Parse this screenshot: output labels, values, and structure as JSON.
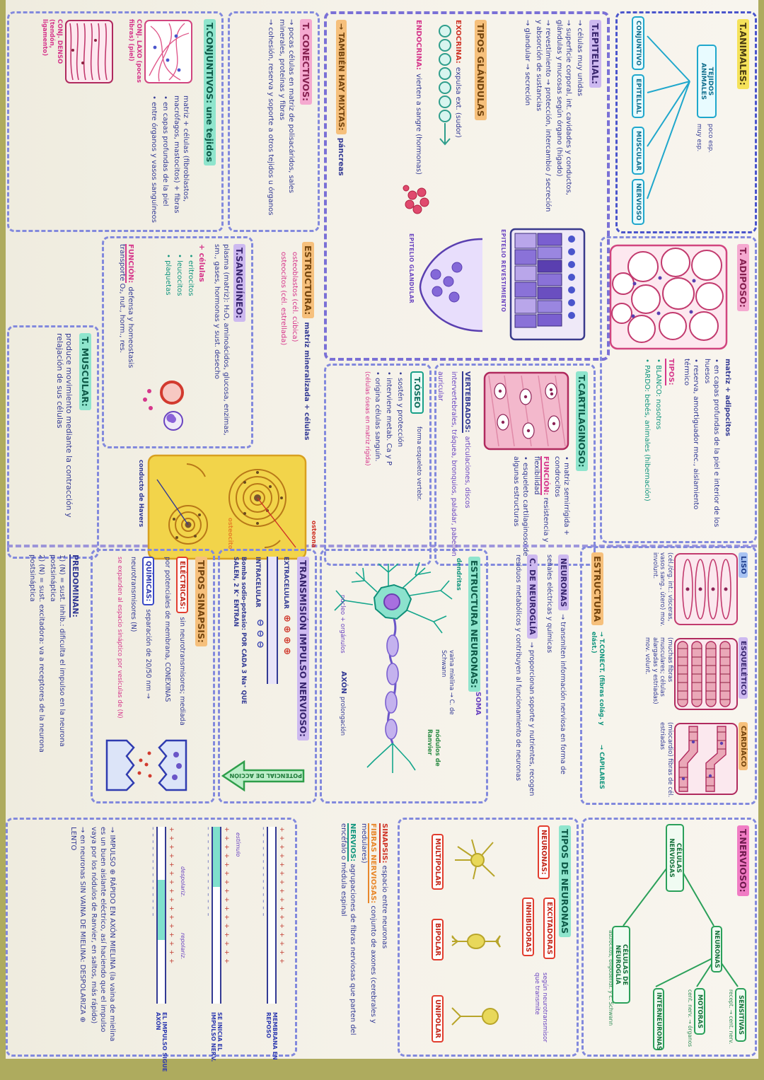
{
  "animales": {
    "title": "T.ANIMALES:",
    "root": "TEJIDOS ANIMALES",
    "note1": "poco esp.",
    "note2": "muy esp.",
    "nodes": [
      "CONJUNTIVO",
      "EPITELIAL",
      "MUSCULAR",
      "NERVIOSO"
    ]
  },
  "epitelial": {
    "title": "T.EPITELIAL:",
    "items": [
      "→ células muy unidas",
      "→ superficie corporal, int. cavidades y conductos, glándulas y mucosas según órgano (hígado)",
      "→ revestimiento → protección, intercambio / secreción y absorción de sustancias",
      "→ glandular → secreción"
    ],
    "tipos_title": "TIPOS GLÁNDULAS",
    "exocrina_label": "EXOCRINA:",
    "exocrina": "expulsa ext. (sudor)",
    "endocrina_label": "ENDOCRINA:",
    "endocrina": "vierten a sangre (hormonas)",
    "mixtas_label": "→ TAMBIÉN HAY MIXTAS:",
    "mixtas": "páncreas",
    "caption_revestimiento": "EPITELIO REVESTIMIENTO",
    "caption_glandular": "EPITELIO GLANDULAR"
  },
  "adiposo": {
    "title": "T. ADIPOSO:",
    "matriz": "matriz + adipocitos",
    "items": [
      "• en capas profundas de la piel e interior de los huesos",
      "• reserva, amortiguador mec., aislamiento térmico"
    ],
    "tipos_title": "TIPOS:",
    "tipos": [
      "• BLANCO: nosotros",
      "• PARDO: bebés, animales (hibernación)"
    ]
  },
  "cartilaginoso": {
    "title": "T.CARTILAGINOSO:",
    "matriz": "• matriz semirrígida + condrocitos",
    "funcion_label": "FUNCIÓN:",
    "funcion": "resistencia y flexibilidad",
    "item": "• esqueleto cartilaginoso de algunas estructuras",
    "vertebrados_label": "VERTEBRADOS:",
    "vertebrados": "articulaciones, discos intervertebrales, tráquea, bronquios, paladar, pabellón auricular"
  },
  "musculo": {
    "estructura_label": "ESTRUCTURA",
    "liso_label": "LISO",
    "liso": "(cél./órg. int.: vísceras, vasos sang., útero) mov. involunt.",
    "esq_label": "ESQUELÉTICO",
    "esq": "(muchas fibras musculares; células alargadas y estriadas) mov. volunt.",
    "card_label": "CARDÍACO",
    "card": "(miocardio) fibras de cél. estriadas",
    "conect": "→ T.CONECT. (fibras colág. y elást.)",
    "capilares": "→ CAPILARES"
  },
  "nervioso": {
    "title": "T.NERVIOSO:",
    "root": "CÉLULAS NERVIOSAS",
    "neuronas": "NEURONAS",
    "sensitivas": "SENSITIVAS",
    "sensitivas_sub": "recept. → cent. nerv.",
    "motoras": "MOTORAS",
    "motoras_sub": "cent. nerv. → órganos",
    "inter": "INTERNEURONAS",
    "neuroglia": "CÉLULAS DE NEUROGLÍA",
    "neuroglia_sub": "astrocitos, oligodendr. y c. Schwann"
  },
  "conectivos": {
    "title": "T. CONECTIVOS:",
    "items": [
      "→ pocas células en matriz de polisacáridos, sales minerales, proteínas y fibras",
      "→ cohesión, reserva y soporte a otros tejidos u órganos"
    ]
  },
  "conjuntivos": {
    "title": "T.CONJUNTIVOS: une tejidos",
    "items": [
      "matriz + células (fibroblastos, macrófagos, mastocitos) + fibras",
      "• en capas profundas de la piel",
      "• entre órganos y vasos sanguíneos"
    ],
    "laxo": "CONJ. LAXO (pocas fibras) (piel)",
    "denso": "CONJ. DENSO (tendón, ligamento)"
  },
  "oseo": {
    "estructura_label": "ESTRUCTURA:",
    "estructura": "matriz mineralizada + células",
    "celulas": [
      "osteoblastos (cél. cúbica)",
      "osteocitos (cél. estrellada)"
    ],
    "title": "T.ÓSEO",
    "forma": "forma esqueleto vertebr.",
    "items": [
      "• sostén y protección",
      "• interviene metab. Ca y P",
      "• origina células sanguín."
    ],
    "osteona": "osteona",
    "havers": "conducto de Havers",
    "osteocito": "osteocito",
    "nota": "(células óseas en matriz rígida)"
  },
  "sanguineo": {
    "title": "T.SANGUÍNEO:",
    "plasma": "plasma (matriz): H₂O, aminoácidos, glucosa, enzimas, sm., gases, hormonas y sust. desecho",
    "mas": "+ células",
    "cells": [
      "• eritrocitos",
      "• leucocitos",
      "• plaquetas"
    ],
    "funcion_label": "FUNCIÓN:",
    "funcion": "defensa y homeostasis",
    "transporte": "transporte O₂, nut., horm., res."
  },
  "muscular": {
    "title": "T. MUSCULAR:",
    "text": "produce movimiento mediante la contracción y relajación de sus células"
  },
  "neuronas_intro": {
    "n_label": "NEURONAS",
    "n_text": "→ transmiten información nerviosa en forma de señales eléctricas y químicas",
    "g_label": "C. DE NEUROGLÍA",
    "g_text": "→ proporcionan soporte y nutrientes, recogen residuos metabólicos y contribuyen al funcionamiento de neuronas"
  },
  "estructura_neuronas": {
    "title": "ESTRUCTURA NEURONAS:",
    "dendritas": "dendritas",
    "soma": "SOMA",
    "soma_sub": "núcleo + orgánulos",
    "axon": "AXÓN",
    "axon_sub": "prolongación",
    "mielina": "vaina mielina → C. de Schwann",
    "ranvier": "nódulos de Ranvier"
  },
  "transmision": {
    "title": "TRANSMISIÓN IMPULSO NERVIOSO:",
    "extracelular": "EXTRACELULAR",
    "intracelular": "INTRACELULAR",
    "ions_out": "⊕ ⊕ ⊕ ⊕",
    "ions_in": "⊖ ⊖ ⊖",
    "bomba": "Bomba sodio-potasio: POR CADA 3 Na⁺ QUE SALEN, 2 K⁺ ENTRAN",
    "arrow": "POTENCIAL DE ACCIÓN"
  },
  "sinapsis": {
    "title": "TIPOS SINAPSIS:",
    "elec_label": "ELÉCTRICAS:",
    "elec": "sin neurotransmisores; mediada por potenciales de membrana, CONEXINAS",
    "quim_label": "QUÍMICAS:",
    "quim": "separación de 20/50 nm → neurotransmisores (N)",
    "nota": "se expanden al espacio sináptico por vesículas de (N)"
  },
  "predominan": {
    "title": "PREDOMINAN:",
    "items": [
      "1) (N) = sust. inhib.: dificulta el impulso en la neurona postsináptica",
      "2) (N) = sust. excitadora: va a receptores de la neurona postsináptica"
    ]
  },
  "tipos_neuronas": {
    "title": "TIPOS DE NEURONAS",
    "neuronas": "NEURONAS:",
    "excit": "EXCITADORAS",
    "inhib": "INHIBIDORAS",
    "segun": "según neurotransmisor que transmite",
    "multipolar": "MULTIPOLAR",
    "bipolar": "BIPOLAR",
    "unipolar": "UNIPOLAR"
  },
  "definiciones": {
    "sinapsis_label": "SINAPSIS:",
    "sinapsis": "espacio entre neuronas",
    "fibras_label": "FIBRAS NERVIOSAS:",
    "fibras": "conjunto de axones (cerebrales y medulares)",
    "nervios_label": "NERVIOS:",
    "nervios": "agrupaciones de fibras nerviosas que parten del encéfalo o médula espinal"
  },
  "mielina": {
    "items": [
      "→ IMPULSO ⊕ RÁPIDO EN AXÓN MIELINA (la vaina de mielina es un buen aislante eléctrico, así haciendo que el impulso vaya por los nódulos de Ranvier, en saltos, más rápido)",
      "→ en neuronas SIN VAINA DE MIELINA: DESPOLARIZA ⊕ LENTO"
    ],
    "labels": [
      "MEMBRANA EN REPOSO",
      "SE INICIA EL IMPULSO NERV.",
      "EL IMPULSO SIGUE AXÓN"
    ],
    "marks": [
      "estímulo",
      "despolariz.",
      "repolariz."
    ],
    "signs_out": "+ + + + + + + + + + + + + + + +",
    "signs_in": "– – – – – – – – – – – – – –"
  }
}
